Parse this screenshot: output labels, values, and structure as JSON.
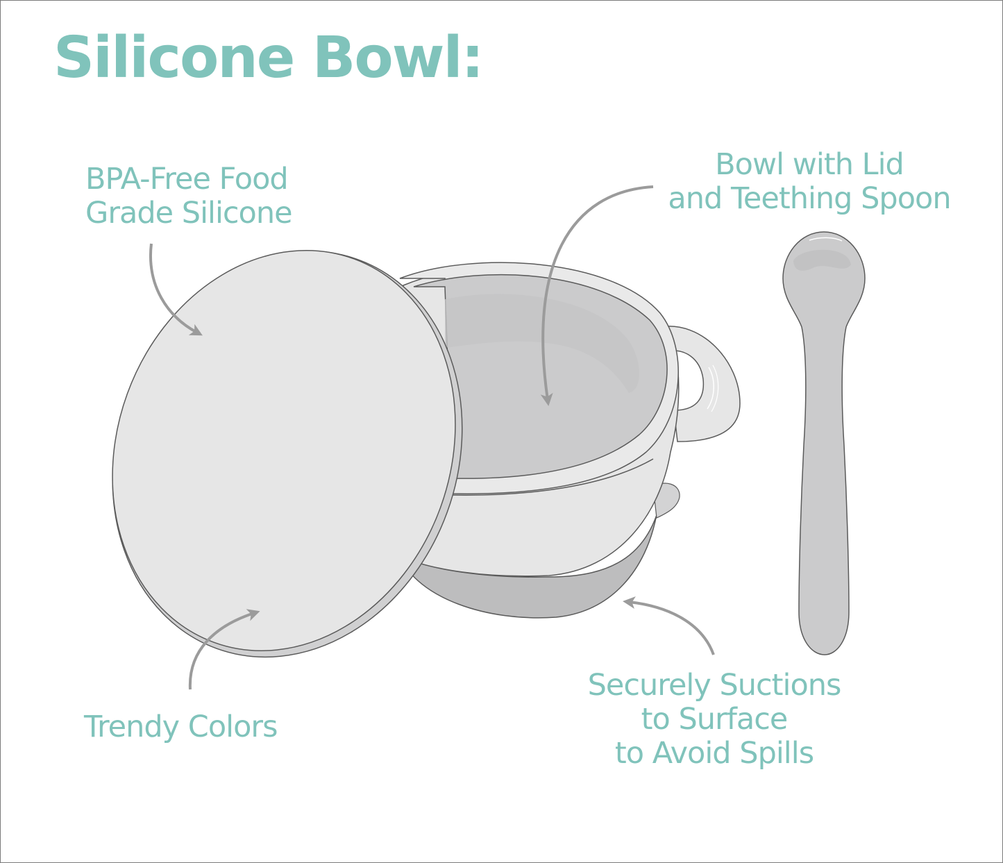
{
  "title": "Silicone Bowl:",
  "colors": {
    "accent_text": "#80c3bb",
    "arrow": "#9b9b9b",
    "outline": "#5a5a5a",
    "light_fill": "#e6e6e6",
    "mid_fill": "#cbcbcc",
    "dark_fill": "#bdbdbe",
    "border": "#7a7a7a"
  },
  "callouts": {
    "bpa_free": {
      "lines": [
        "BPA-Free Food",
        "Grade Silicone"
      ]
    },
    "bowl_with_lid": {
      "lines": [
        "Bowl with Lid",
        "and Teething Spoon"
      ]
    },
    "trendy_colors": {
      "lines": [
        "Trendy Colors"
      ]
    },
    "suction": {
      "lines": [
        "Securely Suctions",
        "to Surface",
        "to Avoid Spills"
      ]
    }
  },
  "illustration": {
    "items": [
      "lid-icon",
      "bowl-icon",
      "spoon-icon"
    ]
  }
}
